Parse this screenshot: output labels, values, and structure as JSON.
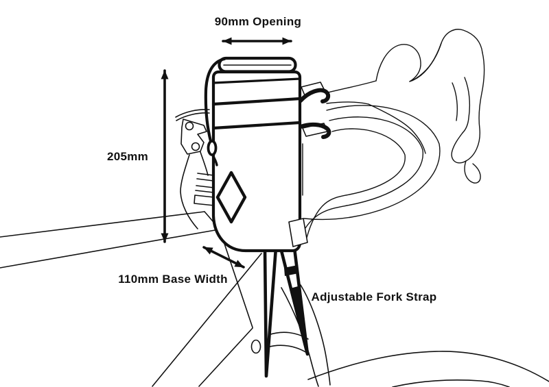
{
  "diagram": {
    "labels": {
      "opening": "90mm Opening",
      "height": "205mm",
      "base_width": "110mm Base Width",
      "fork_strap": "Adjustable Fork Strap"
    },
    "colors": {
      "ink": "#111111",
      "background": "#ffffff"
    }
  }
}
